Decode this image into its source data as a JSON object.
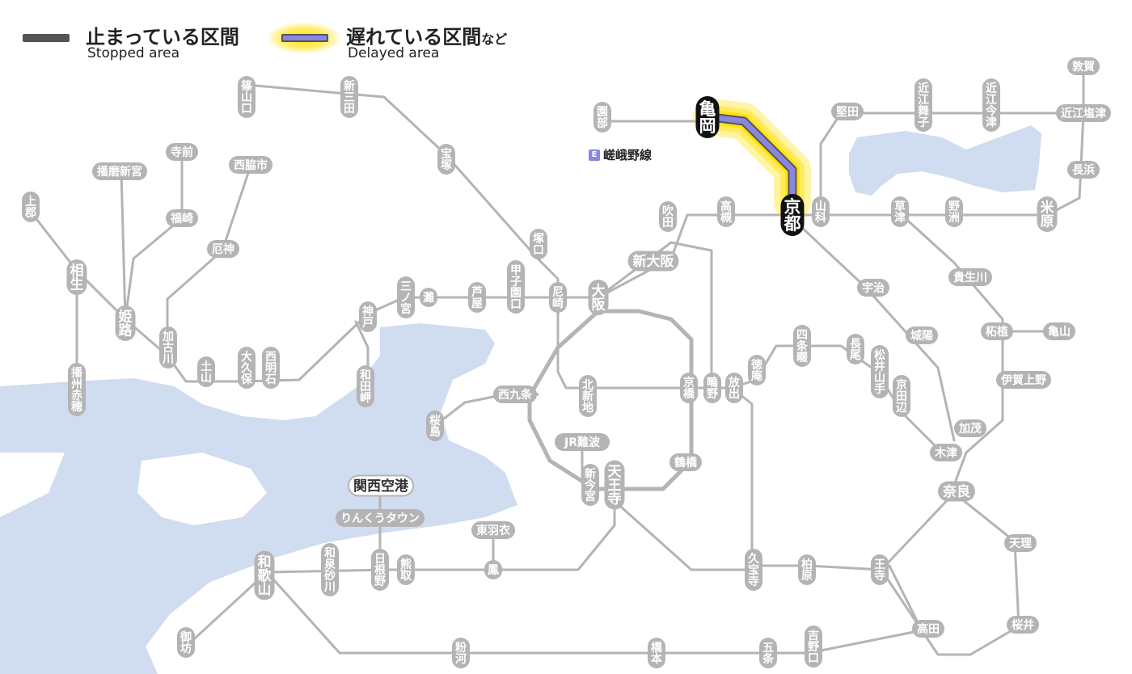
{
  "legend": {
    "stopped_ja": "止まっている区間",
    "stopped_en": "Stopped area",
    "delayed_ja": "遅れている区間",
    "delayed_suffix": "など",
    "delayed_en": "Delayed area"
  },
  "colors": {
    "stopped": "#555555",
    "delayed_line": "#8a86e0",
    "delayed_glow": "#ffe000",
    "track": "#b4b4b4",
    "station_fill": "#b4b4b4",
    "station_text": "#ffffff",
    "major_station_fill": "#111111",
    "water": "#d0dcf0"
  },
  "affected_line": {
    "badge": "E",
    "name": "嵯峨野線",
    "status": "delayed",
    "from": "亀岡",
    "to": "京都"
  },
  "stations": {
    "kyoto": "京都",
    "kameoka": "亀岡",
    "sonobe": "園部",
    "osaka": "大阪",
    "shinosaka": "新大阪",
    "takatsuki": "高槻",
    "suita": "吹田",
    "yamashina": "山科",
    "katata": "堅田",
    "kusatsu": "草津",
    "yasu": "野洲",
    "maibara": "米原",
    "nagahama": "長浜",
    "tsuruga": "敦賀",
    "omimaiko": "近江舞子",
    "omiimazu": "近江今津",
    "omishiotsu": "近江塩津",
    "uji": "宇治",
    "joyo": "城陽",
    "kizu": "木津",
    "nara": "奈良",
    "kamo": "加茂",
    "tsuge": "柘植",
    "kameyama": "亀山",
    "igaueno": "伊賀上野",
    "kibukawa": "貴生川",
    "tenri": "天理",
    "sakurai": "桜井",
    "takada": "高田",
    "oji": "王寺",
    "kashiwara": "柏原",
    "kyuhoji": "久宝寺",
    "hanaten": "放出",
    "kyobashi": "京橋",
    "tsurumi": "鶴橋",
    "tennoji": "天王寺",
    "shinimamiya": "新今宮",
    "jrnamba": "JR難波",
    "nishikujo": "西九条",
    "sakurajima": "桜島",
    "kitashinchi": "北新地",
    "amagasaki": "尼崎",
    "tsukaguchi": "塚口",
    "takarazuka": "宝塚",
    "shinsanda": "新三田",
    "sasayamaguchi": "篠山口",
    "koshienguchi": "甲子園口",
    "ashiya": "芦屋",
    "nada": "灘",
    "sannomiya": "三ノ宮",
    "kobe": "神戸",
    "wadamisaki": "和田岬",
    "nishiakashi": "西明石",
    "okubo": "大久保",
    "tsuchiyama": "土山",
    "kakogawa": "加古川",
    "yakujin": "厄神",
    "nishiwakishi": "西脇市",
    "fukusaki": "福崎",
    "teramae": "寺前",
    "harimashingu": "播磨新宮",
    "himeji": "姫路",
    "aioi": "相生",
    "kamigori": "上郡",
    "banshuako": "播州赤穂",
    "shigino": "鴫野",
    "tokuan": "徳庵",
    "shijonawate": "四条畷",
    "nagao": "長尾",
    "matsuiyamate": "松井山手",
    "kyotanabe": "京田辺",
    "kansaiairport": "関西空港",
    "rinkutown": "りんくうタウン",
    "hineno": "日根野",
    "kumatori": "熊取",
    "otori": "鳳",
    "higashihagoromo": "東羽衣",
    "izumisunagawa": "和泉砂川",
    "wakayama": "和歌山",
    "gobo": "御坊",
    "kokawa": "粉河",
    "hashimoto": "橋本",
    "gojo": "五条",
    "yoshinoguchi": "吉野口"
  }
}
